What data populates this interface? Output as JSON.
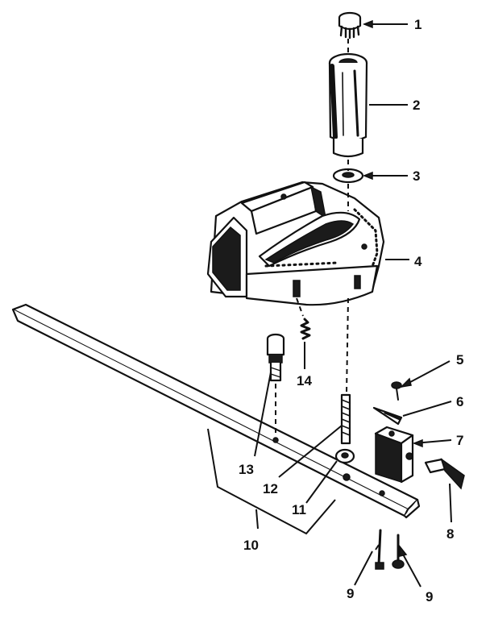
{
  "diagram": {
    "type": "exploded-parts-view",
    "callouts": [
      {
        "id": "1",
        "label": "1"
      },
      {
        "id": "2",
        "label": "2"
      },
      {
        "id": "3",
        "label": "3"
      },
      {
        "id": "4",
        "label": "4"
      },
      {
        "id": "5",
        "label": "5"
      },
      {
        "id": "6",
        "label": "6"
      },
      {
        "id": "7",
        "label": "7"
      },
      {
        "id": "8",
        "label": "8"
      },
      {
        "id": "9a",
        "label": "9"
      },
      {
        "id": "9b",
        "label": "9"
      },
      {
        "id": "10",
        "label": "10"
      },
      {
        "id": "11",
        "label": "11"
      },
      {
        "id": "12",
        "label": "12"
      },
      {
        "id": "13",
        "label": "13"
      },
      {
        "id": "14",
        "label": "14"
      }
    ]
  }
}
